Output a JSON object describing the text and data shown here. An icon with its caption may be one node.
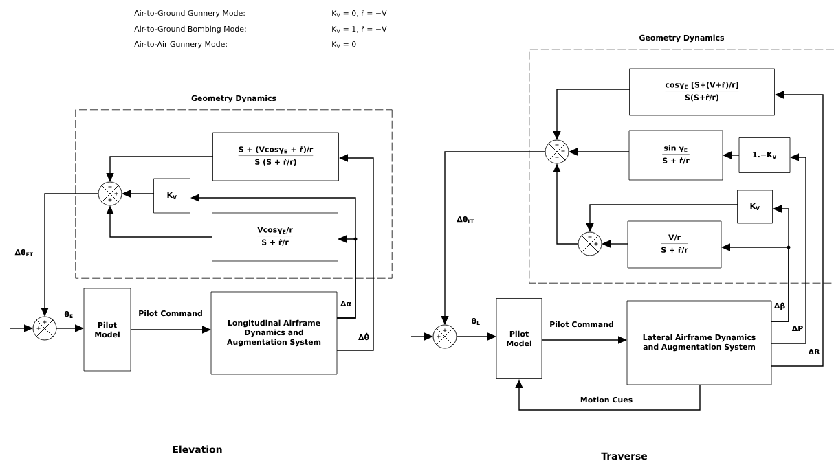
{
  "diagram": {
    "nodes": [
      {
        "text": [
          "Geometry Dynamics"
        ]
      },
      {
        "text": [
          "S + (Vcosγ$_{E}$ + ṙ)/r",
          "S (S + ṙ/r)"
        ],
        "in": 0
      },
      {
        "text": [
          "K$_{V}$"
        ],
        "in": 0
      },
      {
        "text": [
          "Vcosγ$_{E}$/r",
          "S + ṙ/r"
        ],
        "in": 0
      },
      {
        "text": [
          "−",
          "+",
          "+"
        ],
        "in": 0
      },
      {
        "text": [
          "+",
          "+"
        ]
      },
      {
        "text": [
          "Pilot Model"
        ]
      },
      {
        "text": [
          "Longitudinal Airframe Dynamics and Augmentation System"
        ]
      },
      {
        "text": [
          "Geometry Dynamics"
        ]
      },
      {
        "text": [
          "cosγ$_{E}$ [S+(V+ṙ)/r]",
          "S(S+ṙ/r)"
        ],
        "in": 8
      },
      {
        "text": [
          "sin γ$_{E}$",
          "S + ṙ/r"
        ],
        "in": 8
      },
      {
        "text": [
          "1.−K$_{V}$"
        ],
        "in": 8
      },
      {
        "text": [
          "K$_{V}$"
        ],
        "in": 8
      },
      {
        "text": [
          "V/r",
          "S + ṙ/r"
        ],
        "in": 8
      },
      {
        "text": [
          "−",
          "−",
          "−"
        ],
        "in": 8
      },
      {
        "text": [
          "−",
          "+"
        ],
        "in": 8
      },
      {
        "text": [
          "+",
          "+"
        ]
      },
      {
        "text": [
          "Pilot Model"
        ]
      },
      {
        "text": [
          "Lateral Airframe Dynamics and Augmentation System"
        ]
      }
    ],
    "edges": [
      {
        "from": null,
        "to": 5,
        "arrow": "to"
      },
      {
        "from": 5,
        "to": 6,
        "arrow": "to",
        "label": "θ$_{E}$"
      },
      {
        "from": 6,
        "to": 7,
        "arrow": "to",
        "label": "Pilot Command"
      },
      {
        "from": 7,
        "to": 3,
        "arrow": "to",
        "label": "Δα"
      },
      {
        "from": 7,
        "to": 2,
        "arrow": "to"
      },
      {
        "from": 7,
        "to": 1,
        "arrow": "to",
        "label": "Δθ̇"
      },
      {
        "from": 1,
        "to": 4,
        "arrow": "to"
      },
      {
        "from": 2,
        "to": 4,
        "arrow": "to"
      },
      {
        "from": 3,
        "to": 4,
        "arrow": "to"
      },
      {
        "from": 4,
        "to": 5,
        "arrow": "to",
        "label": "Δθ$_{ET}$"
      },
      {
        "from": null,
        "to": 16,
        "arrow": "to"
      },
      {
        "from": 16,
        "to": 17,
        "arrow": "to",
        "label": "θ$_{L}$"
      },
      {
        "from": 17,
        "to": 18,
        "arrow": "to",
        "label": "Pilot Command"
      },
      {
        "from": 18,
        "to": 17,
        "arrow": "to",
        "label": "Motion Cues"
      },
      {
        "from": 18,
        "to": 13,
        "arrow": "to",
        "label": "Δβ"
      },
      {
        "from": 18,
        "to": 12,
        "arrow": "to"
      },
      {
        "from": 18,
        "to": 11,
        "arrow": "to",
        "label": "ΔP"
      },
      {
        "from": 18,
        "to": 9,
        "arrow": "to",
        "label": "ΔR"
      },
      {
        "from": 11,
        "to": 10,
        "arrow": "to"
      },
      {
        "from": 9,
        "to": 14,
        "arrow": "to"
      },
      {
        "from": 10,
        "to": 14,
        "arrow": "to"
      },
      {
        "from": 15,
        "to": 14,
        "arrow": "to"
      },
      {
        "from": 12,
        "to": 15,
        "arrow": "to"
      },
      {
        "from": 13,
        "to": 15,
        "arrow": "to"
      },
      {
        "from": 14,
        "to": 16,
        "arrow": "to",
        "label": "Δθ$_{LT}$"
      }
    ],
    "labels": [
      "Air-to-Ground Gunnery Mode:",
      "K$_{V}$ = 0, ṙ = −V",
      "Air-to-Ground Bombing Mode:",
      "K$_{V}$ = 1, ṙ = −V",
      "Air-to-Air Gunnery Mode:",
      "K$_{V}$ = 0",
      "Elevation",
      "Traverse"
    ]
  }
}
